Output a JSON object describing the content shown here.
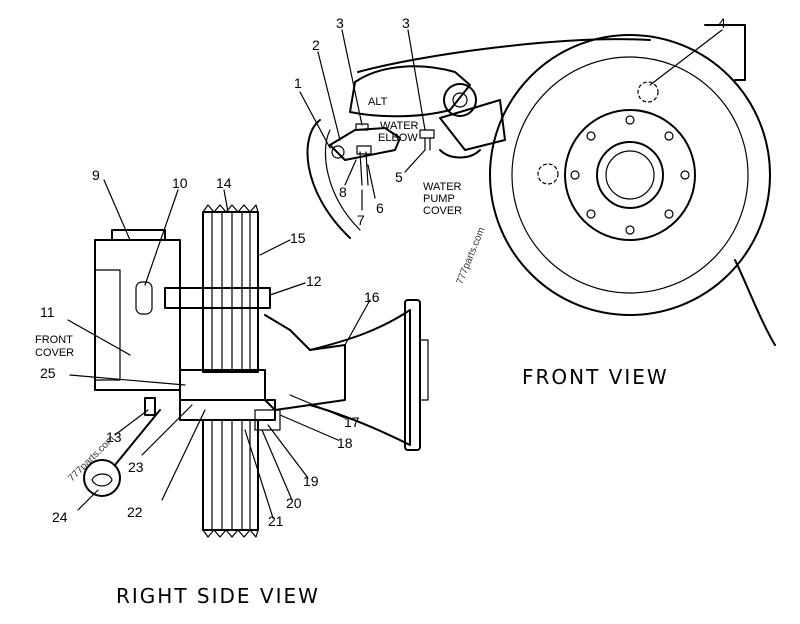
{
  "views": {
    "front": "FRONT VIEW",
    "side": "RIGHT SIDE VIEW"
  },
  "labels": {
    "alt": "ALT",
    "water_elbow_1": "WATER",
    "water_elbow_2": "ELBOW",
    "water_pump_cover_1": "WATER",
    "water_pump_cover_2": "PUMP",
    "water_pump_cover_3": "COVER",
    "front_cover_1": "FRONT",
    "front_cover_2": "COVER"
  },
  "watermarks": {
    "wm1": "777parts.com",
    "wm2": "777parts.com"
  },
  "callouts": {
    "c1": "1",
    "c2": "2",
    "c3a": "3",
    "c3b": "3",
    "c4": "4",
    "c5": "5",
    "c6": "6",
    "c7": "7",
    "c8": "8",
    "c9": "9",
    "c10": "10",
    "c11": "11",
    "c12": "12",
    "c13": "13",
    "c14": "14",
    "c15": "15",
    "c16": "16",
    "c17": "17",
    "c18": "18",
    "c19": "19",
    "c20": "20",
    "c21": "21",
    "c22": "22",
    "c23": "23",
    "c24": "24",
    "c25": "25"
  }
}
